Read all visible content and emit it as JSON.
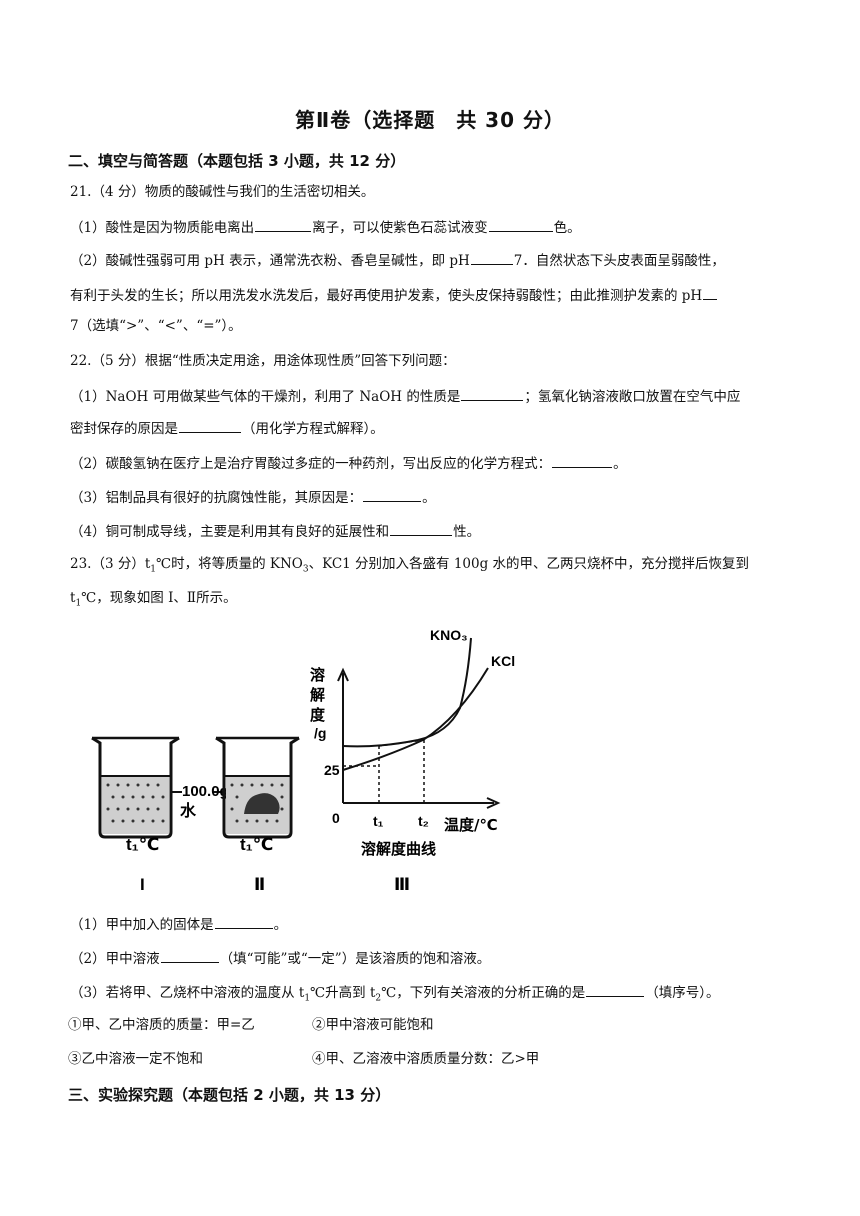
{
  "title": "第Ⅱ卷（选择题　共 30 分）",
  "section2": "二、填空与简答题（本题包括 3 小题，共 12 分）",
  "q21": {
    "stem": "21.（4 分）物质的酸碱性与我们的生活密切相关。",
    "p1_a": "（1）酸性是因为物质能电离出",
    "p1_b": "离子，可以使紫色石蕊试液变",
    "p1_c": "色。",
    "p2_a": "（2）酸碱性强弱可用 pH 表示，通常洗衣粉、香皂呈碱性，即 pH",
    "p2_b": "7．自然状态下头皮表面呈弱酸性，",
    "p2_c": "有利于头发的生长；所以用洗发水洗发后，最好再使用护发素，使头皮保持弱酸性；由此推测护发素的 pH",
    "p2_d": "7（选填“>”、“<”、“=”）。"
  },
  "q22": {
    "stem": "22.（5 分）根据“性质决定用途，用途体现性质”回答下列问题：",
    "p1_a": "（1）NaOH 可用做某些气体的干燥剂，利用了 NaOH 的性质是",
    "p1_b": "；氢氧化钠溶液敞口放置在空气中应",
    "p1_c": "密封保存的原因是",
    "p1_d": "（用化学方程式解释）。",
    "p2_a": "（2）碳酸氢钠在医疗上是治疗胃酸过多症的一种药剂，写出反应的化学方程式：",
    "p2_b": "。",
    "p3_a": "（3）铝制品具有很好的抗腐蚀性能，其原因是：",
    "p3_b": "。",
    "p4_a": "（4）铜可制成导线，主要是利用其有良好的延展性和",
    "p4_b": "性。"
  },
  "q23": {
    "stem_a": "23.（3 分）t",
    "stem_sub": "1",
    "stem_b": "℃时，将等质量的 KNO",
    "stem_sub3": "3",
    "stem_c": "、KC1 分别加入各盛有 100g 水的甲、乙两只烧杯中，充分搅拌后恢复到",
    "line2_a": "t",
    "line2_sub": "1",
    "line2_b": "℃，现象如图 I、Ⅱ所示。",
    "p1_a": "（1）甲中加入的固体是",
    "p1_b": "。",
    "p2_a": "（2）甲中溶液",
    "p2_b": "（填“可能”或“一定”）是该溶质的饱和溶液。",
    "p3_a": "（3）若将甲、乙烧杯中溶液的温度从 t",
    "p3_sub1": "1",
    "p3_b": "℃升高到 t",
    "p3_sub2": "2",
    "p3_c": "℃，下列有关溶液的分析正确的是",
    "p3_d": "（填序号）。",
    "opt1": "①甲、乙中溶质的质量：甲=乙",
    "opt2": "②甲中溶液可能饱和",
    "opt3": "③乙中溶液一定不饱和",
    "opt4": "④甲、乙溶液中溶质质量分数：乙>甲"
  },
  "figure": {
    "water_label": "100.0g",
    "water_word": "水",
    "beaker1_temp": "t₁℃",
    "beaker2_temp": "t₁℃",
    "label_I": "I",
    "label_II": "Ⅱ",
    "label_III": "Ⅲ",
    "y_axis_chars": [
      "溶",
      "解",
      "度",
      "/g"
    ],
    "y_tick": "25",
    "origin": "0",
    "x_t1": "t₁",
    "x_t2": "t₂",
    "x_axis_label": "温度/℃",
    "curve_caption": "溶解度曲线",
    "series1": "KNO₃",
    "series2": "KCl"
  },
  "section3": "三、实验探究题（本题包括 2 小题，共 13 分）"
}
